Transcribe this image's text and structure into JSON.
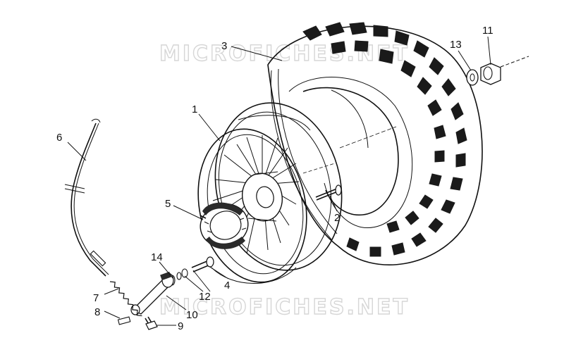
{
  "diagram": {
    "watermarks": [
      "MICROFICHES.NET",
      "MICROFICHES.NET"
    ],
    "callouts": [
      {
        "id": "1",
        "label": "1"
      },
      {
        "id": "2",
        "label": "2"
      },
      {
        "id": "3",
        "label": "3"
      },
      {
        "id": "4",
        "label": "4"
      },
      {
        "id": "5",
        "label": "5"
      },
      {
        "id": "6",
        "label": "6"
      },
      {
        "id": "7",
        "label": "7"
      },
      {
        "id": "8",
        "label": "8"
      },
      {
        "id": "9",
        "label": "9"
      },
      {
        "id": "10",
        "label": "10"
      },
      {
        "id": "11",
        "label": "11"
      },
      {
        "id": "12",
        "label": "12"
      },
      {
        "id": "13",
        "label": "13"
      },
      {
        "id": "14",
        "label": "14"
      }
    ]
  }
}
